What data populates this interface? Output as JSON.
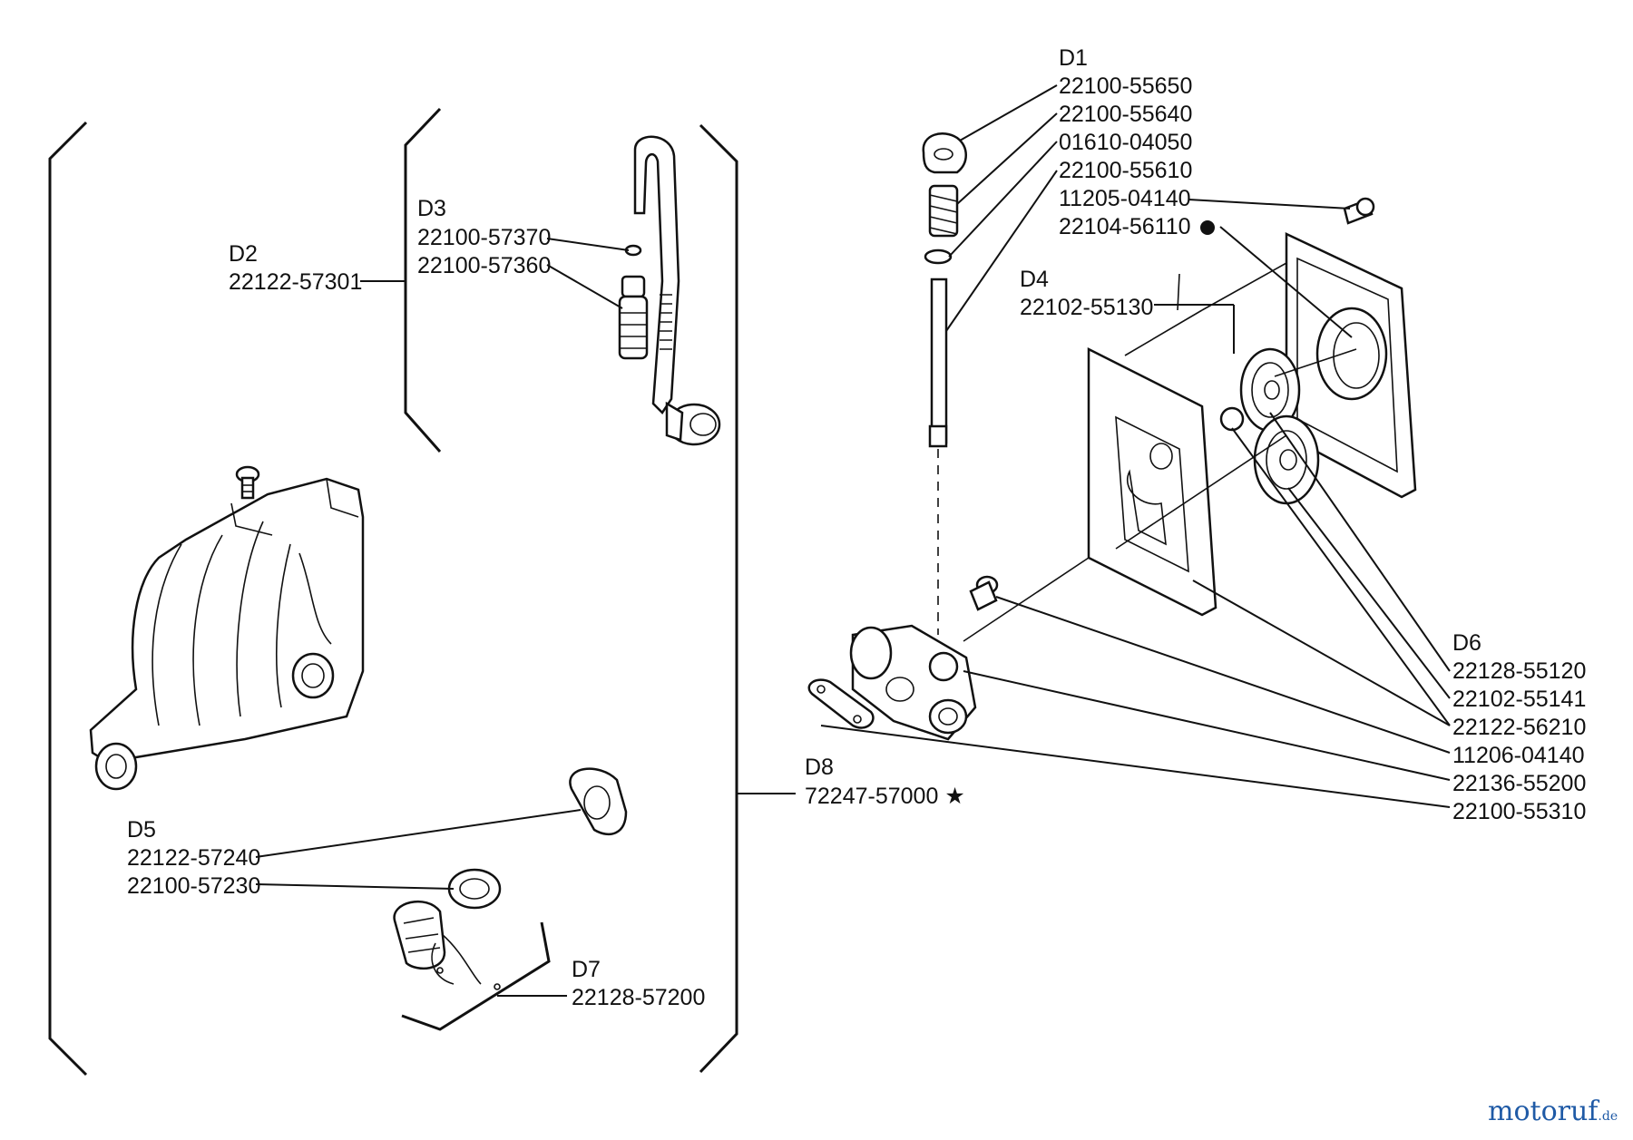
{
  "groups": {
    "d1": {
      "code": "D1",
      "parts": [
        "22100-55650",
        "22100-55640",
        "01610-04050",
        "22100-55610",
        "11205-04140",
        "22104-56110"
      ]
    },
    "d2": {
      "code": "D2",
      "part": "22122-57301"
    },
    "d3": {
      "code": "D3",
      "parts": [
        "22100-57370",
        "22100-57360"
      ]
    },
    "d4": {
      "code": "D4",
      "part": "22102-55130"
    },
    "d5": {
      "code": "D5",
      "parts": [
        "22122-57240",
        "22100-57230"
      ]
    },
    "d6": {
      "code": "D6",
      "parts": [
        "22128-55120",
        "22102-55141",
        "22122-56210",
        "11206-04140",
        "22136-55200",
        "22100-55310"
      ]
    },
    "d7": {
      "code": "D7",
      "part": "22128-57200"
    },
    "d8": {
      "code": "D8",
      "part": "72247-57000",
      "mark": "★"
    }
  },
  "watermark": {
    "main": "motoruf",
    "tld": ".de"
  },
  "colors": {
    "ink": "#111111",
    "watermark": "#1f5aa6"
  }
}
